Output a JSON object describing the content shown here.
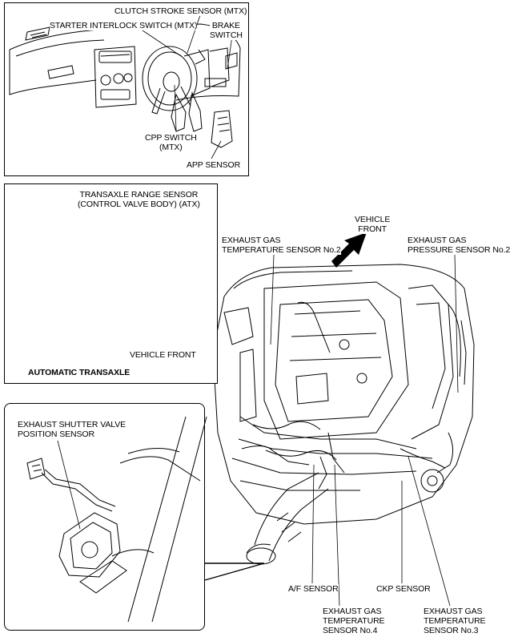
{
  "labels": {
    "clutch_stroke_sensor": "CLUTCH STROKE SENSOR (MTX)",
    "starter_interlock_switch": "STARTER INTERLOCK SWITCH (MTX)",
    "brake_switch": [
      "BRAKE",
      "SWITCH"
    ],
    "cpp_switch": [
      "CPP SWITCH",
      "(MTX)"
    ],
    "app_sensor": "APP SENSOR",
    "transaxle_range_sensor": [
      "TRANSAXLE RANGE SENSOR",
      "(CONTROL VALVE BODY) (ATX)"
    ],
    "vehicle_front_transaxle": "VEHICLE FRONT",
    "automatic_transaxle": "AUTOMATIC TRANSAXLE",
    "vehicle_front_engine": [
      "VEHICLE",
      "FRONT"
    ],
    "egt_sensor_no2": [
      "EXHAUST GAS",
      "TEMPERATURE SENSOR No.2"
    ],
    "eg_pressure_sensor_no2": [
      "EXHAUST GAS",
      "PRESSURE SENSOR No.2"
    ],
    "exhaust_shutter_valve_sensor": [
      "EXHAUST SHUTTER VALVE",
      "POSITION SENSOR"
    ],
    "af_sensor": "A/F SENSOR",
    "ckp_sensor": "CKP SENSOR",
    "egt_sensor_no4": [
      "EXHAUST GAS",
      "TEMPERATURE",
      "SENSOR No.4"
    ],
    "egt_sensor_no3": [
      "EXHAUST GAS",
      "TEMPERATURE",
      "SENSOR No.3"
    ]
  },
  "colors": {
    "line": "#000000",
    "background": "#ffffff"
  }
}
